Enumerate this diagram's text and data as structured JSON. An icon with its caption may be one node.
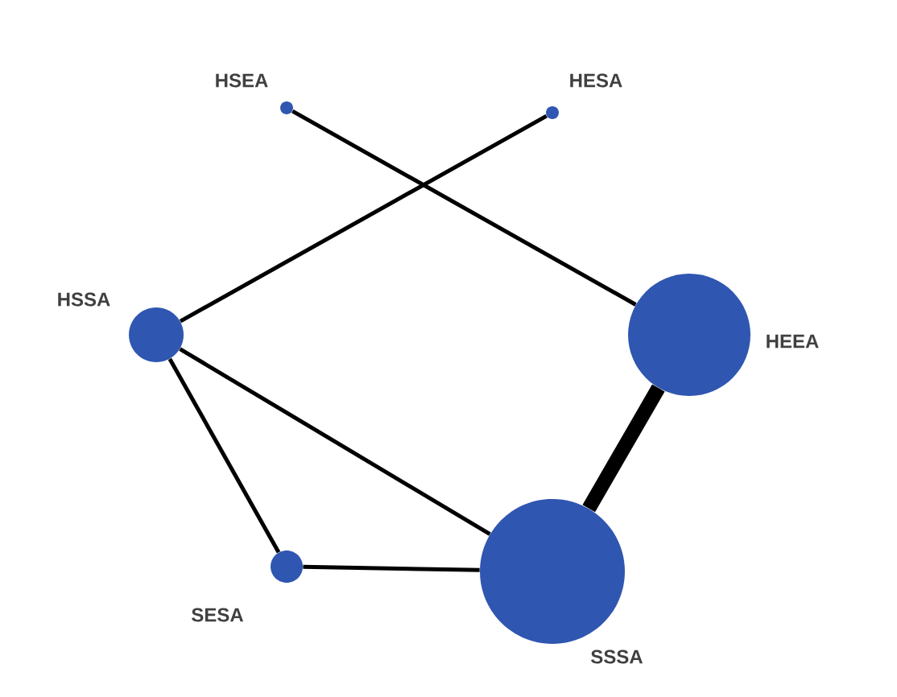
{
  "diagram": {
    "nodes": [
      {
        "text": [],
        "shape": "circle",
        "beside": [
          "HSEA"
        ]
      },
      {
        "text": [],
        "shape": "circle",
        "beside": [
          "HESA"
        ]
      },
      {
        "text": [],
        "shape": "circle",
        "beside": [
          "HSSA"
        ]
      },
      {
        "text": [],
        "shape": "circle",
        "beside": [
          "HEEA"
        ]
      },
      {
        "text": [],
        "shape": "circle",
        "beside": [
          "SESA"
        ]
      },
      {
        "text": [],
        "shape": "circle",
        "beside": [
          "SSSA"
        ]
      }
    ],
    "edges": [
      {
        "from": 0,
        "to": 3,
        "arrow": "none"
      },
      {
        "from": 1,
        "to": 2,
        "arrow": "none"
      },
      {
        "from": 2,
        "to": 5,
        "arrow": "none"
      },
      {
        "from": 2,
        "to": 4,
        "arrow": "none"
      },
      {
        "from": 4,
        "to": 5,
        "arrow": "none"
      },
      {
        "from": 3,
        "to": 5,
        "arrow": "none",
        "style": "thick"
      }
    ]
  }
}
